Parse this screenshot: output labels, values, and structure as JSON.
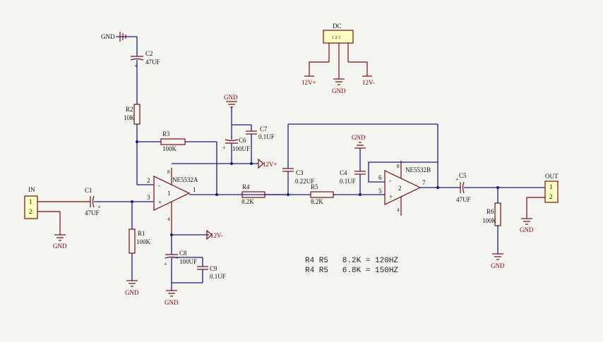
{
  "diagram": {
    "components": {
      "c1": {
        "ref": "C1",
        "value": "47UF"
      },
      "c2": {
        "ref": "C2",
        "value": "47UF"
      },
      "c3": {
        "ref": "C3",
        "value": "0.22UF"
      },
      "c4": {
        "ref": "C4",
        "value": "0.1UF"
      },
      "c5": {
        "ref": "C5",
        "value": "47UF"
      },
      "c6": {
        "ref": "C6",
        "value": "100UF"
      },
      "c7": {
        "ref": "C7",
        "value": "0.1UF"
      },
      "c8": {
        "ref": "C8",
        "value": "100UF"
      },
      "c9": {
        "ref": "C9",
        "value": "0.1UF"
      },
      "r1": {
        "ref": "R1",
        "value": "100K"
      },
      "r2": {
        "ref": "R2",
        "value": "10K"
      },
      "r3": {
        "ref": "R3",
        "value": "100K"
      },
      "r4": {
        "ref": "R4",
        "value": "8.2K"
      },
      "r5": {
        "ref": "R5",
        "value": "8.2K"
      },
      "r6": {
        "ref": "R6",
        "value": "100K"
      },
      "u1a": {
        "name": "NE5532A",
        "unit": "1",
        "pin_minus": "2",
        "pin_plus": "3",
        "pin_out": "1",
        "pin_v8": "8",
        "pin_v4": "4",
        "sign_minus": "-",
        "sign_plus": "+"
      },
      "u1b": {
        "name": "NE5532B",
        "unit": "2",
        "pin_minus": "6",
        "pin_plus": "5",
        "pin_out": "7",
        "pin_v8": "8",
        "pin_v4": "4",
        "sign_minus": "-",
        "sign_plus": "+"
      },
      "in": {
        "label": "IN",
        "pin1": "1",
        "pin2": "2"
      },
      "out": {
        "label": "OUT",
        "pin1": "1",
        "pin2": "2"
      },
      "dc": {
        "label": "DC",
        "pins": "1 2 3"
      }
    },
    "power": {
      "gnd": "GND",
      "vplus": "12V+",
      "vminus": "12V-"
    },
    "notes": [
      "R4 R5   8.2K = 120HZ",
      "R4 R5   6.8K = 150HZ"
    ],
    "colors": {
      "wire": "#1a1a8c",
      "part": "#7a0e0e",
      "connector": "#ffffc4",
      "background": "#f4f4f0"
    }
  }
}
